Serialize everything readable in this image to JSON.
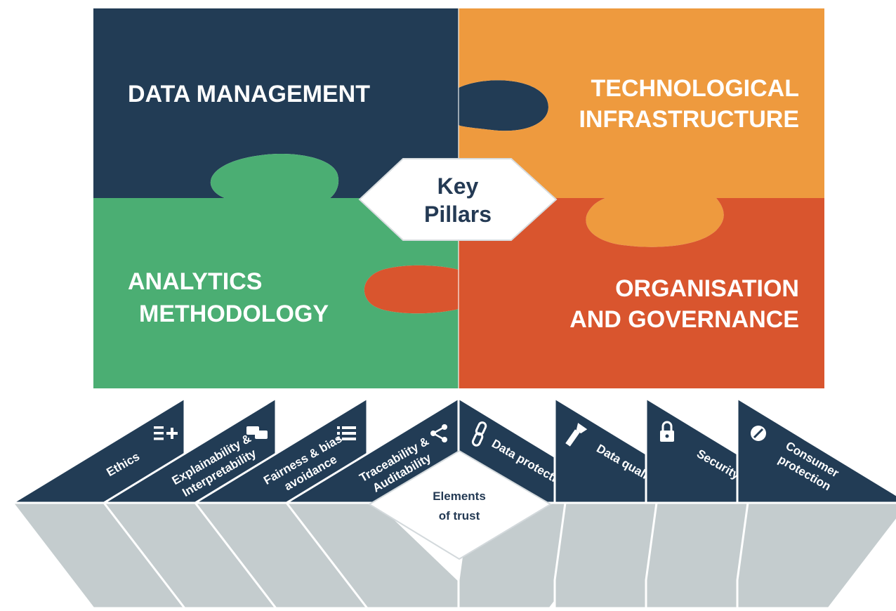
{
  "colors": {
    "navy": "#223c55",
    "orange": "#ee9a3e",
    "green": "#4bae73",
    "red": "#d9552e",
    "grey": "#c4ccce",
    "greyDark": "#b4bec1",
    "white": "#ffffff"
  },
  "pillars": {
    "data_management": "DATA MANAGEMENT",
    "tech_line1": "TECHNOLOGICAL",
    "tech_line2": "INFRASTRUCTURE",
    "analytics_line1": "ANALYTICS",
    "analytics_line2": "METHODOLOGY",
    "org_line1": "ORGANISATION",
    "org_line2": "AND GOVERNANCE"
  },
  "center": {
    "line1": "Key",
    "line2": "Pillars"
  },
  "trust_center": {
    "line1": "Elements",
    "line2": "of trust"
  },
  "trust_left": [
    {
      "lines": [
        "Ethics"
      ],
      "icon": "list-plus-icon"
    },
    {
      "lines": [
        "Explainability &",
        "Interpretability"
      ],
      "icon": "chat-bubbles-icon"
    },
    {
      "lines": [
        "Fairness & bias",
        "avoidance"
      ],
      "icon": "bullet-list-icon"
    },
    {
      "lines": [
        "Traceability &",
        "Auditability"
      ],
      "icon": "share-icon"
    }
  ],
  "trust_right": [
    {
      "lines": [
        "Data protection"
      ],
      "icon": "chain-link-icon"
    },
    {
      "lines": [
        "Data quality"
      ],
      "icon": "flashlight-icon"
    },
    {
      "lines": [
        "Security"
      ],
      "icon": "padlock-icon"
    },
    {
      "lines": [
        "Consumer",
        "protection"
      ],
      "icon": "shield-icon"
    }
  ]
}
